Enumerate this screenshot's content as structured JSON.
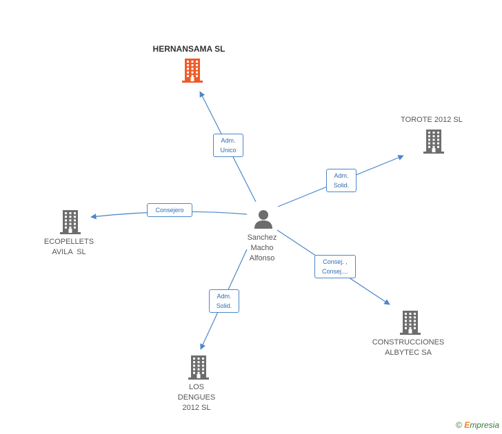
{
  "center": {
    "name_lines": [
      "Sanchez",
      "Macho",
      "Alfonso"
    ],
    "icon": "person-icon"
  },
  "companies": [
    {
      "id": "hernansama",
      "name_lines": [
        "HERNANSAMA SL"
      ],
      "icon": "building-icon",
      "color": "#f05a28",
      "highlight": true
    },
    {
      "id": "torote",
      "name_lines": [
        "TOROTE 2012 SL"
      ],
      "icon": "building-icon",
      "color": "#6d6d6d"
    },
    {
      "id": "ecopellets",
      "name_lines": [
        "ECOPELLETS",
        "AVILA  SL"
      ],
      "icon": "building-icon",
      "color": "#6d6d6d"
    },
    {
      "id": "construcciones",
      "name_lines": [
        "CONSTRUCCIONES",
        "ALBYTEC SA"
      ],
      "icon": "building-icon",
      "color": "#6d6d6d"
    },
    {
      "id": "dengues",
      "name_lines": [
        "LOS",
        "DENGUES",
        "2012 SL"
      ],
      "icon": "building-icon",
      "color": "#6d6d6d"
    }
  ],
  "relations": [
    {
      "target": "hernansama",
      "label_lines": [
        "Adm.",
        "Unico"
      ]
    },
    {
      "target": "torote",
      "label_lines": [
        "Adm.",
        "Solid."
      ]
    },
    {
      "target": "ecopellets",
      "label_lines": [
        "Consejero"
      ]
    },
    {
      "target": "construcciones",
      "label_lines": [
        "Consej. ,",
        "Consej...."
      ]
    },
    {
      "target": "dengues",
      "label_lines": [
        "Adm.",
        "Solid."
      ]
    }
  ],
  "footer": {
    "symbol": "©",
    "brand_initial": "E",
    "brand_rest": "mpresia"
  },
  "colors": {
    "edge": "#4a86c8",
    "building": "#6d6d6d",
    "highlight": "#f05a28"
  }
}
